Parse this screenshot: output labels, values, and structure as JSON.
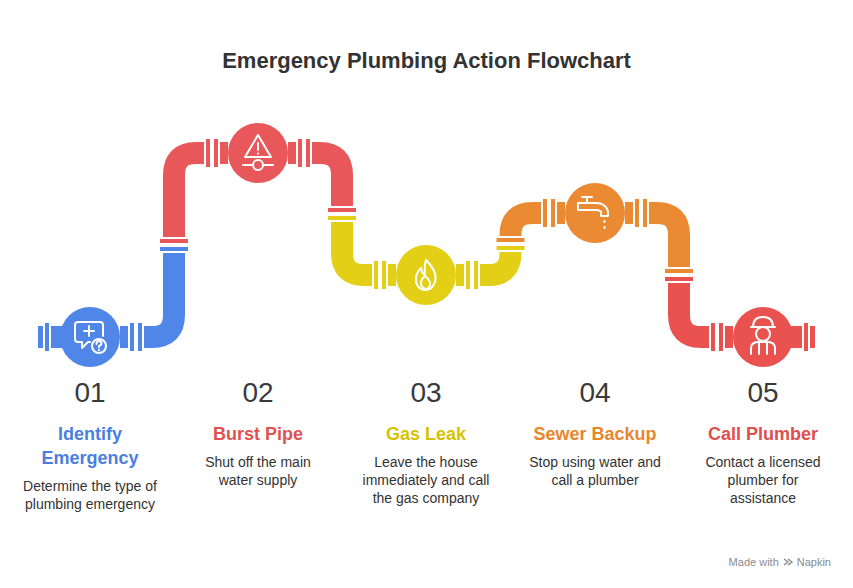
{
  "diagram": {
    "title": "Emergency Plumbing Action Flowchart",
    "nodes": [
      {
        "text": [
          "01",
          "Identify Emergency",
          "Determine the type of plumbing emergency"
        ]
      },
      {
        "text": [
          "02",
          "Burst Pipe",
          "Shut off the main water supply"
        ]
      },
      {
        "text": [
          "03",
          "Gas Leak",
          "Leave the house immediately and call the gas company"
        ]
      },
      {
        "text": [
          "04",
          "Sewer Backup",
          "Stop using water and call a plumber"
        ]
      },
      {
        "text": [
          "05",
          "Call Plumber",
          "Contact a licensed plumber for assistance"
        ]
      }
    ],
    "edges": [
      {
        "from": 0,
        "to": 1,
        "arrow": "none"
      },
      {
        "from": 1,
        "to": 2,
        "arrow": "none"
      },
      {
        "from": 2,
        "to": 3,
        "arrow": "none"
      },
      {
        "from": 3,
        "to": 4,
        "arrow": "none"
      }
    ],
    "labels": [
      "Made with",
      "Napkin"
    ]
  }
}
